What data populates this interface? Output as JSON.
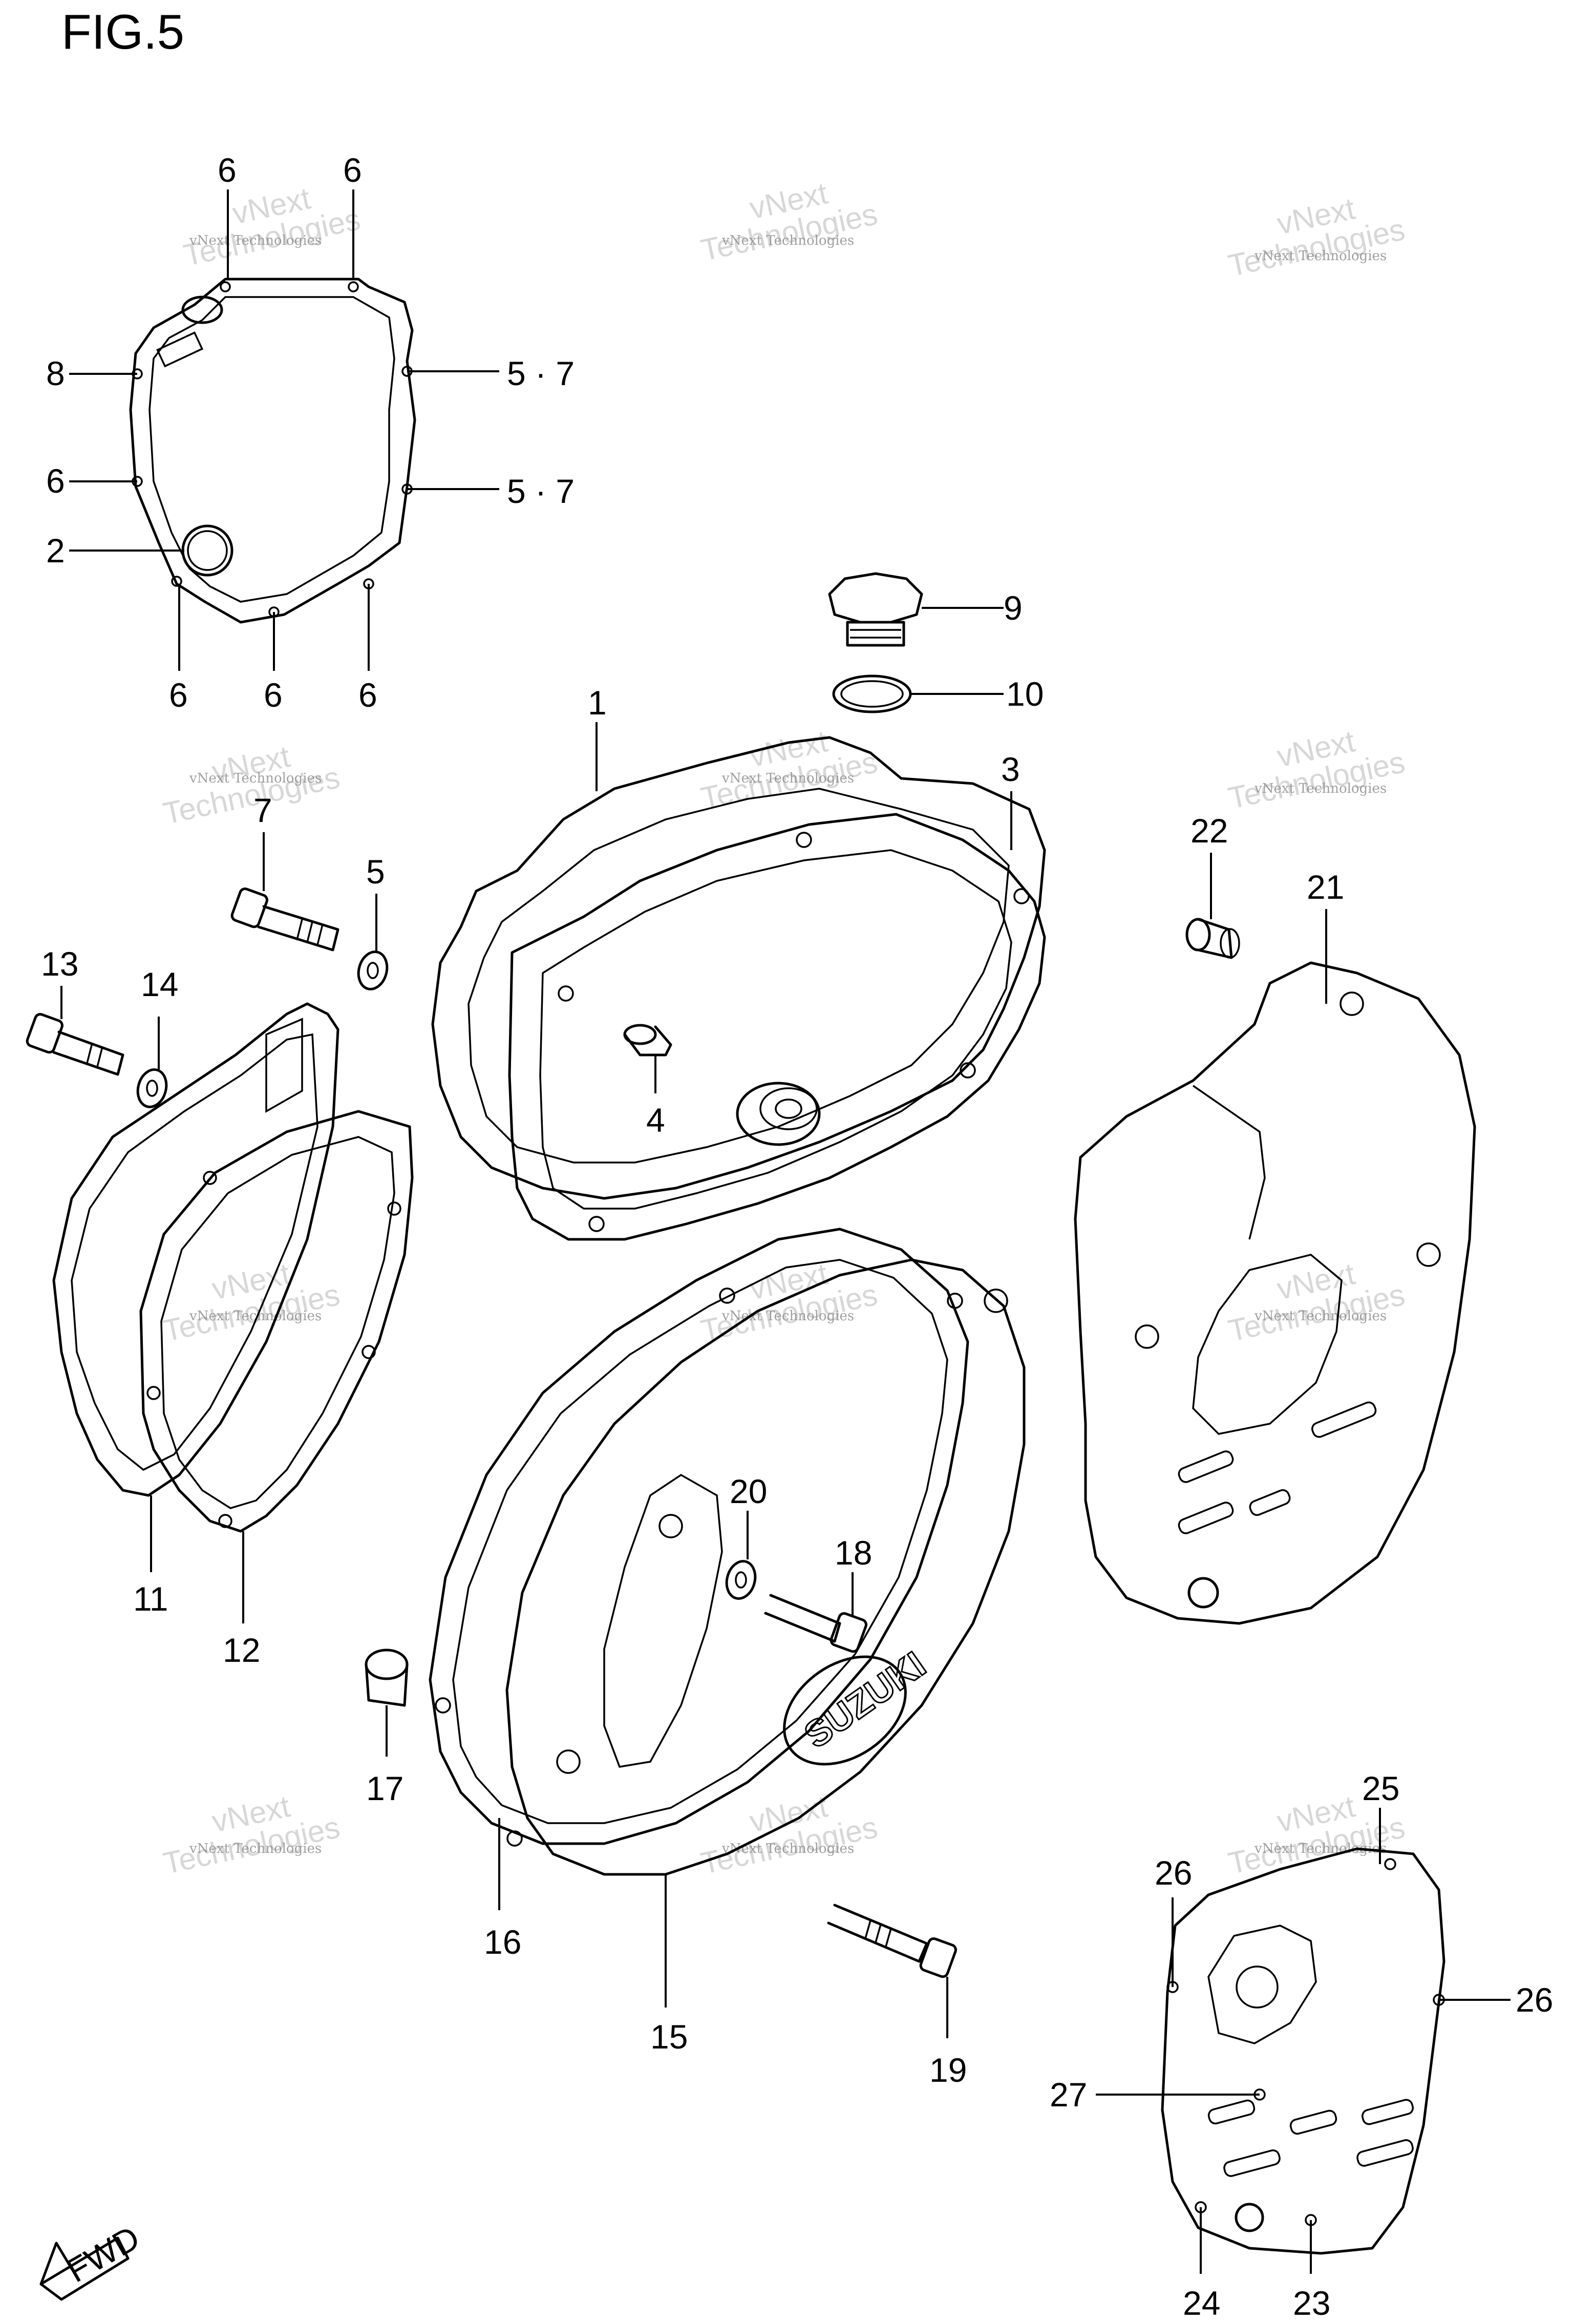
{
  "figure": {
    "title": "FIG.5",
    "fwd_label": "FWD",
    "logo_text": "SUZUKI"
  },
  "watermark": {
    "line1": "vNext",
    "line2": "Technologies",
    "caption": "vNext Technologies"
  },
  "callouts": {
    "c1": "1",
    "c2": "2",
    "c3": "3",
    "c4": "4",
    "c5a": "5",
    "c5b": "5 · 7",
    "c5c": "5 · 7",
    "c6a": "6",
    "c6b": "6",
    "c6c": "6",
    "c6d": "6",
    "c6e": "6",
    "c6f": "6",
    "c7": "7",
    "c8": "8",
    "c9": "9",
    "c10": "10",
    "c11": "11",
    "c12": "12",
    "c13": "13",
    "c14": "14",
    "c15": "15",
    "c16": "16",
    "c17": "17",
    "c18": "18",
    "c19": "19",
    "c20": "20",
    "c21": "21",
    "c22": "22",
    "c23": "23",
    "c24": "24",
    "c25": "25",
    "c26a": "26",
    "c26b": "26",
    "c27": "27"
  }
}
